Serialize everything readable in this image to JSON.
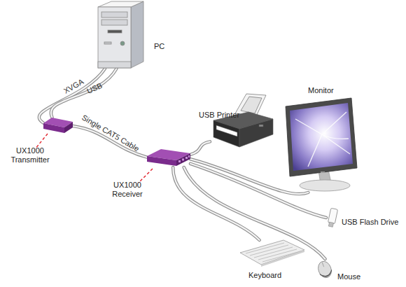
{
  "diagram": {
    "nodes": [
      {
        "text": [
          "PC"
        ]
      },
      {
        "text": [
          "UX1000 Transmitter"
        ]
      },
      {
        "text": [
          "USB Printer"
        ]
      },
      {
        "text": [
          "Monitor"
        ]
      },
      {
        "text": [
          "UX1000 Receiver"
        ]
      },
      {
        "text": [
          "USB Flash Drive"
        ]
      },
      {
        "text": [
          "Keyboard"
        ]
      },
      {
        "text": [
          "Mouse"
        ]
      }
    ],
    "edges": [
      {
        "from": 0,
        "to": 1,
        "arrow": "none",
        "label": "XVGA"
      },
      {
        "from": 0,
        "to": 1,
        "arrow": "none",
        "label": "USB"
      },
      {
        "from": 1,
        "to": 4,
        "arrow": "none",
        "label": "Single CAT5 Cable"
      },
      {
        "from": 4,
        "to": 2,
        "arrow": "none"
      },
      {
        "from": 4,
        "to": 3,
        "arrow": "none"
      },
      {
        "from": 4,
        "to": 5,
        "arrow": "none"
      },
      {
        "from": 4,
        "to": 6,
        "arrow": "none"
      },
      {
        "from": 4,
        "to": 7,
        "arrow": "none"
      }
    ]
  }
}
